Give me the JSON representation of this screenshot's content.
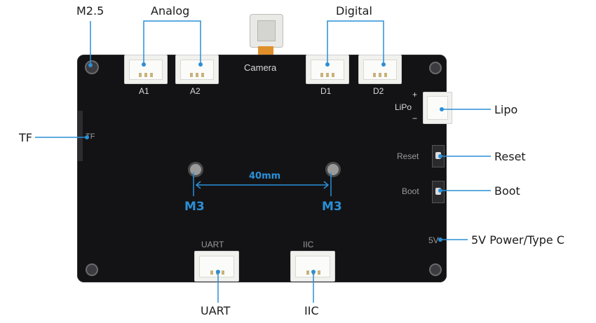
{
  "labels": {
    "m25": "M2.5",
    "analog": "Analog",
    "digital": "Digital",
    "tf": "TF",
    "lipo": "Lipo",
    "reset": "Reset",
    "boot": "Boot",
    "power": "5V Power/Type C",
    "uart": "UART",
    "iic": "IIC",
    "m3_left": "M3",
    "m3_right": "M3",
    "distance": "40mm"
  },
  "silkscreen": {
    "camera": "Camera",
    "a1": "A1",
    "a2": "A2",
    "d1": "D1",
    "d2": "D2",
    "lipo": "LiPo",
    "plus": "+",
    "minus": "−",
    "tf": "TF",
    "reset": "Reset",
    "boot": "Boot",
    "v5": "5V",
    "uart": "UART",
    "iic": "IIC"
  },
  "colors": {
    "board": "#131315",
    "callout_line": "#2a8fd6",
    "connector": "#f1f1ee",
    "ribbon": "#e0902a"
  }
}
